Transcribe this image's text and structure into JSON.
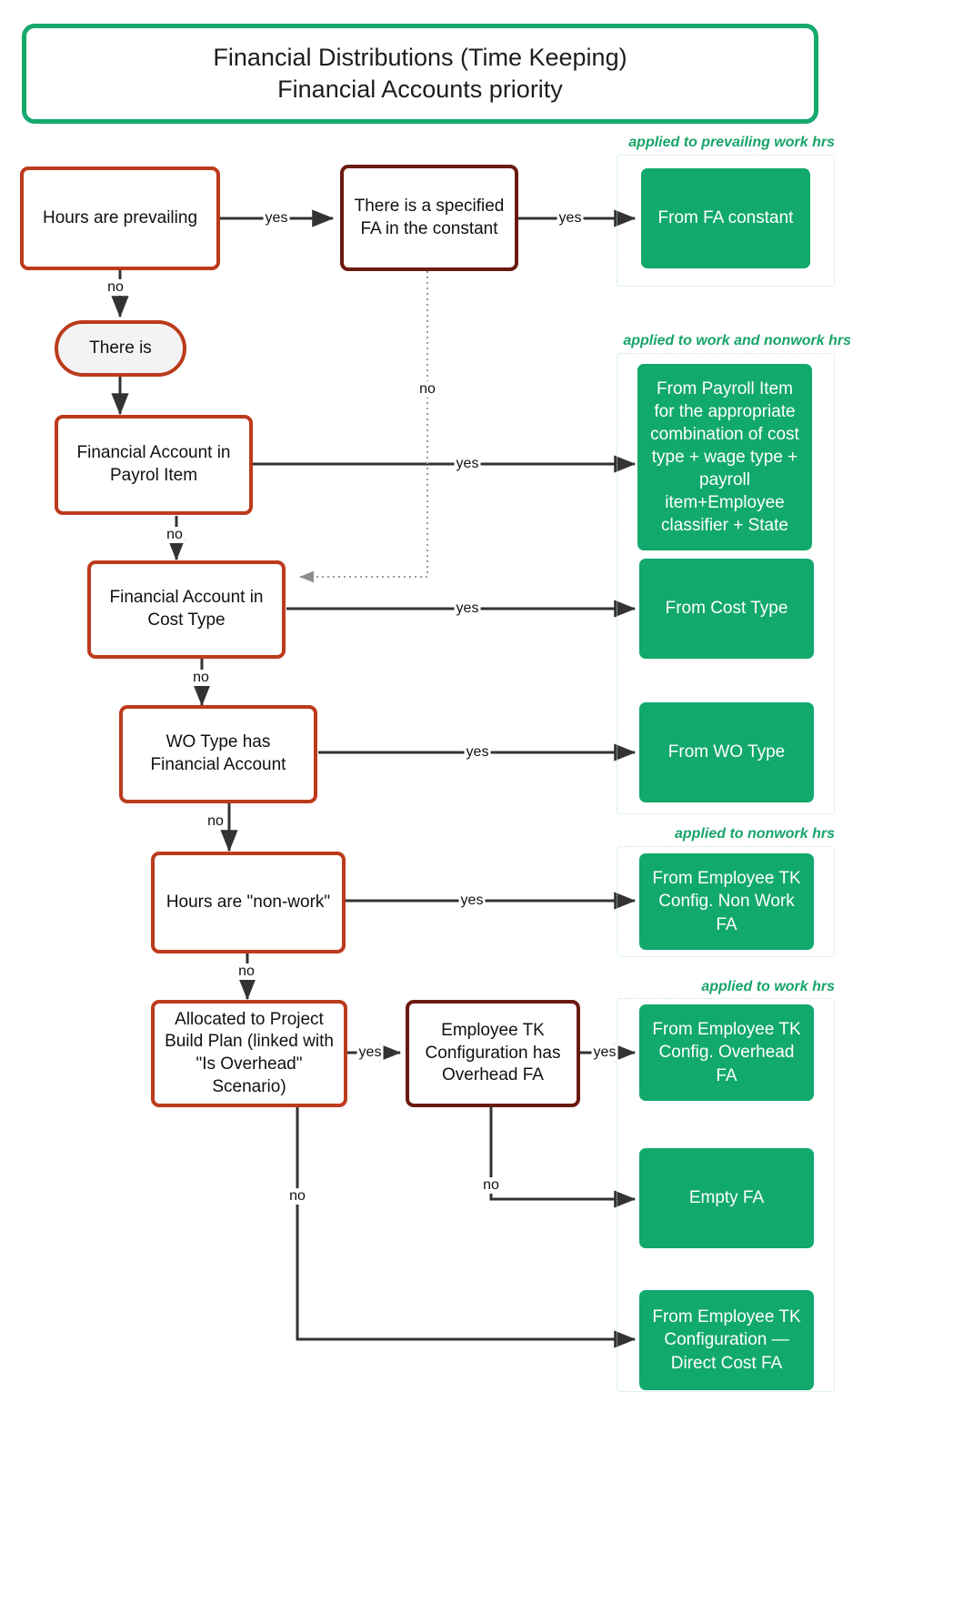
{
  "title": {
    "line1": "Financial Distributions (Time Keeping)",
    "line2": "Financial Accounts priority"
  },
  "colors": {
    "title_border": "#16a96d",
    "decision_border": "#bc3b1c",
    "decision_border_dark": "#6b1a10",
    "result_fill": "#12a96c",
    "group_label": "#17a468",
    "group_border": "#bfe6d8",
    "pill_fill": "#f3f3f3",
    "edge": "#333333",
    "dotted_edge": "#9a9a9a"
  },
  "groups": [
    {
      "id": "g-prevailing",
      "label": "applied to prevailing work hrs"
    },
    {
      "id": "g-work-nonwork",
      "label": "applied to work and nonwork hrs"
    },
    {
      "id": "g-nonwork",
      "label": "applied to nonwork hrs"
    },
    {
      "id": "g-work",
      "label": "applied to work hrs"
    }
  ],
  "decisions": [
    {
      "id": "d-prevailing",
      "text": "Hours are prevailing",
      "style": "normal"
    },
    {
      "id": "d-specified-fa",
      "text": "There is a specified FA in the constant",
      "style": "dark"
    },
    {
      "id": "d-there-is",
      "text": "There is",
      "style": "pill"
    },
    {
      "id": "d-fa-payroll",
      "text": "Financial Account in Payrol Item",
      "style": "normal"
    },
    {
      "id": "d-fa-costtype",
      "text": "Financial Account in Cost Type",
      "style": "normal"
    },
    {
      "id": "d-wo-type",
      "text": "WO Type has Financial Account",
      "style": "normal"
    },
    {
      "id": "d-nonwork",
      "text": "Hours are \"non-work\"",
      "style": "normal"
    },
    {
      "id": "d-project-plan",
      "text": "Allocated to Project Build Plan  (linked with \"Is Overhead\" Scenario)",
      "style": "normal"
    },
    {
      "id": "d-overhead-fa",
      "text": "Employee TK Configuration has Overhead FA",
      "style": "dark"
    }
  ],
  "results": [
    {
      "id": "r-fa-constant",
      "text": "From FA constant",
      "group": "g-prevailing"
    },
    {
      "id": "r-payroll-item",
      "text": "From Payroll Item for the appropriate combination of cost type + wage type + payroll item+Employee classifier + State",
      "group": "g-work-nonwork"
    },
    {
      "id": "r-cost-type",
      "text": "From Cost Type",
      "group": "g-work-nonwork"
    },
    {
      "id": "r-wo-type",
      "text": "From WO Type",
      "group": "g-work-nonwork"
    },
    {
      "id": "r-nonwork-fa",
      "text": "From Employee TK Config. Non Work FA",
      "group": "g-nonwork"
    },
    {
      "id": "r-overhead-fa",
      "text": "From Employee TK Config. Overhead FA",
      "group": "g-work"
    },
    {
      "id": "r-empty-fa",
      "text": "Empty FA",
      "group": "g-work"
    },
    {
      "id": "r-direct-cost-fa",
      "text": "From Employee TK Configuration — Direct Cost FA",
      "group": "g-work"
    }
  ],
  "edges": [
    {
      "id": "e1",
      "from": "d-prevailing",
      "to": "d-specified-fa",
      "label": "yes"
    },
    {
      "id": "e2",
      "from": "d-specified-fa",
      "to": "r-fa-constant",
      "label": "yes"
    },
    {
      "id": "e3",
      "from": "d-prevailing",
      "to": "d-there-is",
      "label": "no"
    },
    {
      "id": "e4",
      "from": "d-there-is",
      "to": "d-fa-payroll",
      "label": ""
    },
    {
      "id": "e5",
      "from": "d-fa-payroll",
      "to": "r-payroll-item",
      "label": "yes"
    },
    {
      "id": "e6",
      "from": "d-fa-payroll",
      "to": "d-fa-costtype",
      "label": "no"
    },
    {
      "id": "e7",
      "from": "d-specified-fa",
      "to": "d-fa-costtype",
      "label": "no",
      "style": "dotted"
    },
    {
      "id": "e8",
      "from": "d-fa-costtype",
      "to": "r-cost-type",
      "label": "yes"
    },
    {
      "id": "e9",
      "from": "d-fa-costtype",
      "to": "d-wo-type",
      "label": "no"
    },
    {
      "id": "e10",
      "from": "d-wo-type",
      "to": "r-wo-type",
      "label": "yes"
    },
    {
      "id": "e11",
      "from": "d-wo-type",
      "to": "d-nonwork",
      "label": "no"
    },
    {
      "id": "e12",
      "from": "d-nonwork",
      "to": "r-nonwork-fa",
      "label": "yes"
    },
    {
      "id": "e13",
      "from": "d-nonwork",
      "to": "d-project-plan",
      "label": "no"
    },
    {
      "id": "e14",
      "from": "d-project-plan",
      "to": "d-overhead-fa",
      "label": "yes"
    },
    {
      "id": "e15",
      "from": "d-overhead-fa",
      "to": "r-overhead-fa",
      "label": "yes"
    },
    {
      "id": "e16",
      "from": "d-overhead-fa",
      "to": "r-empty-fa",
      "label": "no"
    },
    {
      "id": "e17",
      "from": "d-project-plan",
      "to": "r-direct-cost-fa",
      "label": "no"
    }
  ]
}
